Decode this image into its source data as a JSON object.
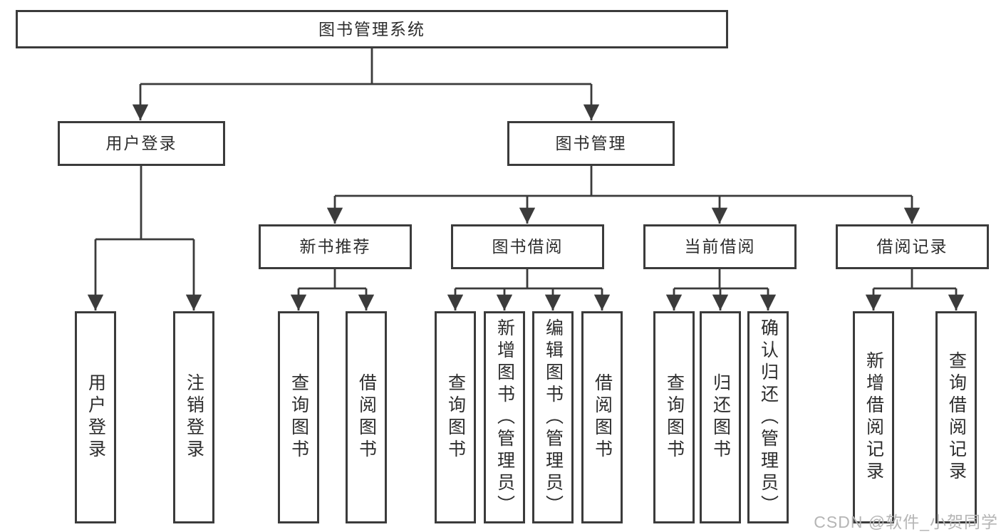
{
  "diagram": {
    "root": {
      "label": "图书管理系统"
    },
    "branches": [
      {
        "label": "用户登录",
        "leaves": [
          {
            "label": "用户登录"
          },
          {
            "label": "注销登录"
          }
        ]
      },
      {
        "label": "图书管理",
        "groups": [
          {
            "label": "新书推荐",
            "leaves": [
              {
                "label": "查询图书"
              },
              {
                "label": "借阅图书"
              }
            ]
          },
          {
            "label": "图书借阅",
            "leaves": [
              {
                "label": "查询图书"
              },
              {
                "label": "新增图书（管理员）"
              },
              {
                "label": "编辑图书（管理员）"
              },
              {
                "label": "借阅图书"
              }
            ]
          },
          {
            "label": "当前借阅",
            "leaves": [
              {
                "label": "查询图书"
              },
              {
                "label": "归还图书"
              },
              {
                "label": "确认归还（管理员）"
              }
            ]
          },
          {
            "label": "借阅记录",
            "leaves": [
              {
                "label": "新增借阅记录"
              },
              {
                "label": "查询借阅记录"
              }
            ]
          }
        ]
      }
    ]
  },
  "watermark": {
    "text": "CSDN @软件_小贺同学"
  },
  "colors": {
    "line": "#3b3b3b",
    "text": "#2d2d2d",
    "watermark": "#b5b5b5",
    "background": "#ffffff"
  }
}
